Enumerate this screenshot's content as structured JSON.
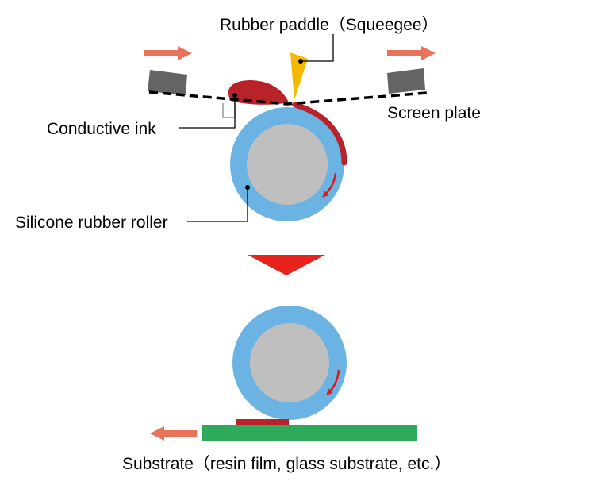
{
  "labels": {
    "squeegee": "Rubber paddle（Squeegee）",
    "screen_plate": "Screen plate",
    "conductive_ink": "Conductive ink",
    "roller": "Silicone rubber roller",
    "substrate": "Substrate（resin film, glass substrate, etc.）"
  },
  "colors": {
    "motion_arrow": "#e8735a",
    "block": "#646464",
    "ink": "#b8232a",
    "squeegee": "#f5b800",
    "roller_outer": "#6bb3e3",
    "roller_core": "#bfbfbf",
    "rotation_arrow": "#d91c1c",
    "down_triangle": "#e8221c",
    "substrate": "#2daa5a",
    "leader": "#000000"
  }
}
